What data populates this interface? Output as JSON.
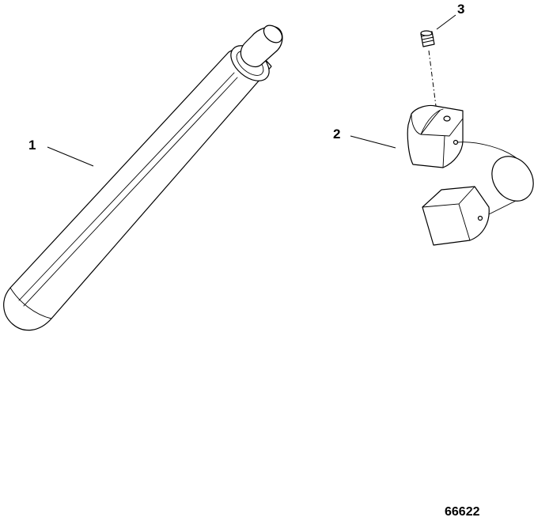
{
  "callouts": {
    "rod": "1",
    "block": "2",
    "screw": "3"
  },
  "figure_id": "66622",
  "colors": {
    "ink": "#000000",
    "paper": "#ffffff"
  }
}
